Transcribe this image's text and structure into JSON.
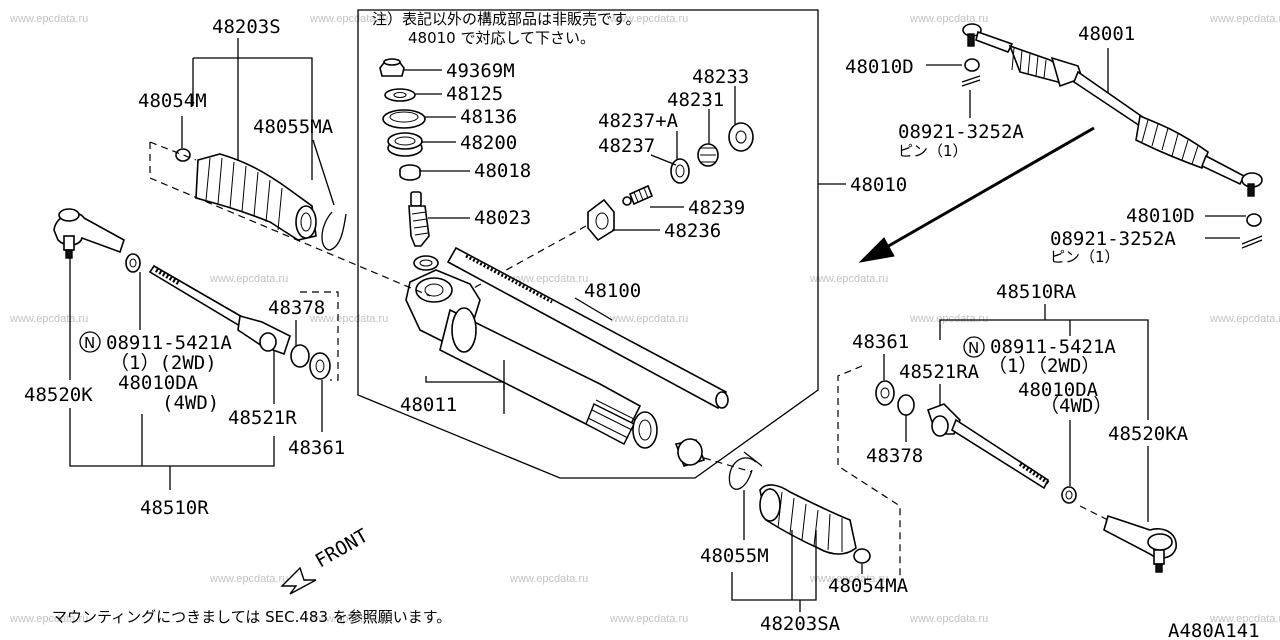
{
  "diagram": {
    "note_line1": "注）表記以外の構成部品は非販売です。",
    "note_line2": "48010 で対応して下さい。",
    "labels": {
      "l48203S": "48203S",
      "l48054M": "48054M",
      "l48055MA": "48055MA",
      "l48378": "48378",
      "l08911_left": "08911-5421A",
      "l1_2wd_left": "（1）(2WD)",
      "l48010DA_left": "48010DA",
      "l4wd_left": "(4WD)",
      "l48520K": "48520K",
      "l48521R": "48521R",
      "l48361_left": "48361",
      "l48510R": "48510R",
      "l49369M": "49369M",
      "l48125": "48125",
      "l48136": "48136",
      "l48200": "48200",
      "l48018": "48018",
      "l48023": "48023",
      "l48233": "48233",
      "l48231": "48231",
      "l48237A": "48237+A",
      "l48237": "48237",
      "l48239": "48239",
      "l48236": "48236",
      "l48010": "48010",
      "l48100": "48100",
      "l48011": "48011",
      "l48001": "48001",
      "l48010D_top": "48010D",
      "l08921_top": "08921-3252A",
      "pin_top": "ピン（1）",
      "l48010D_mid": "48010D",
      "l08921_mid": "08921-3252A",
      "pin_mid": "ピン（1）",
      "l48510RA": "48510RA",
      "l48361_right": "48361",
      "l48521RA": "48521RA",
      "l08911_right": "08911-5421A",
      "l1_2wd_right": "（1）（2WD）",
      "l48010DA_right": "48010DA",
      "l4wd_right": "（4WD）",
      "l48378_right": "48378",
      "l48520KA": "48520KA",
      "l48055M": "48055M",
      "l48054MA": "48054MA",
      "l48203SA": "48203SA",
      "front": "FRONT",
      "n_symbol": "N",
      "mounting_note": "マウンティングにつきましては SEC.483 を参照願います。",
      "figure_code": "A480A141"
    },
    "watermark": "www.epcdata.ru"
  }
}
